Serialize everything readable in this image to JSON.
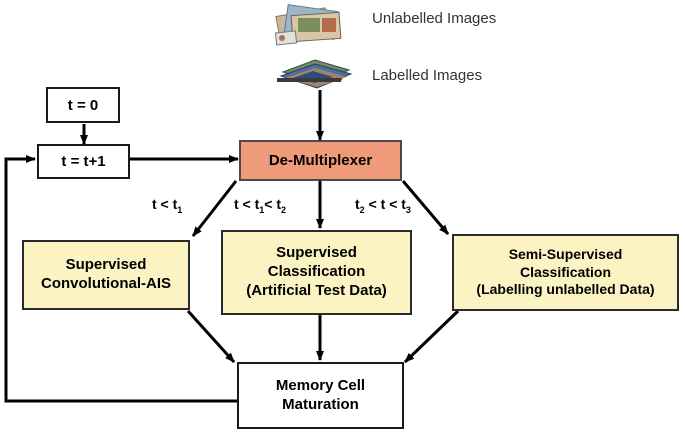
{
  "colors": {
    "demux_fill": "#ef9b79",
    "task_fill": "#fcf3c3",
    "white_fill": "#ffffff",
    "line": "#000000"
  },
  "images": {
    "unlabelled": "Unlabelled Images",
    "labelled": "Labelled Images",
    "unlabelled_icon": "photo-stack-icon",
    "labelled_icon": "photo-stack-icon"
  },
  "nodes": {
    "init": "t = 0",
    "increment": "t = t+1",
    "demux": "De-Multiplexer",
    "conv_ais": [
      "Supervised",
      "Convolutional-AIS"
    ],
    "sup_class": [
      "Supervised",
      "Classification",
      "(Artificial Test Data)"
    ],
    "semi_sup": [
      "Semi-Supervised",
      "Classification",
      "(Labelling unlabelled Data)"
    ],
    "memory": [
      "Memory Cell",
      "Maturation"
    ]
  },
  "conditions": {
    "left": {
      "t": "t < t",
      "sub": "1"
    },
    "middle": {
      "a": "t < t",
      "sub1": "1",
      "b": "< t",
      "sub2": "2"
    },
    "right": {
      "t2": "t",
      "sub_a": "2",
      "rest": " < t < t",
      "sub_b": "3"
    }
  }
}
